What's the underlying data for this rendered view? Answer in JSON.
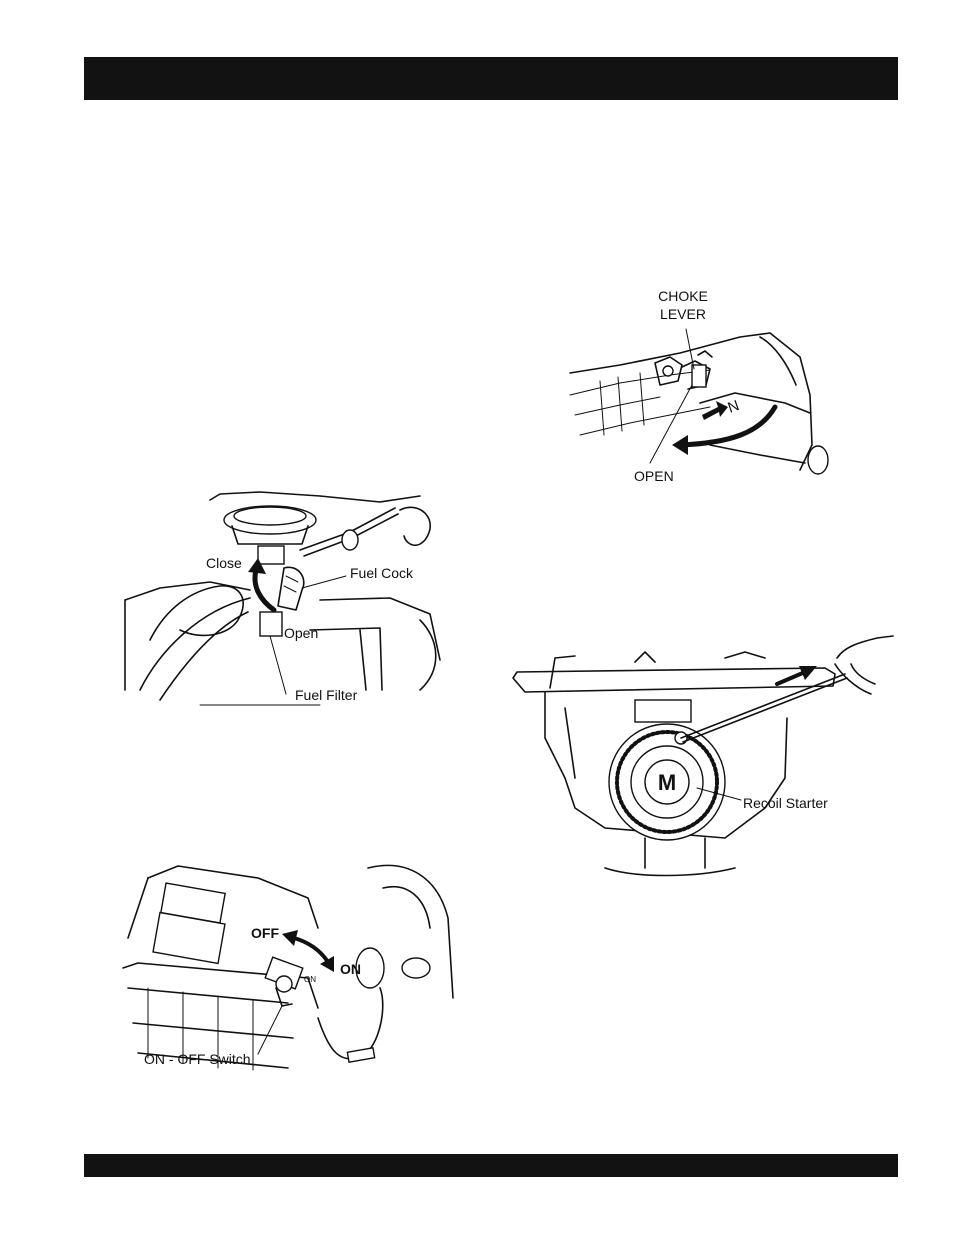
{
  "figures": {
    "choke_lever": {
      "label_line1": "CHOKE",
      "label_line2": "LEVER",
      "open_label": "OPEN"
    },
    "fuel_cock": {
      "close_label": "Close",
      "fuel_cock_label": "Fuel Cock",
      "open_label": "Open",
      "fuel_filter_label": "Fuel Filter"
    },
    "recoil_starter": {
      "label": "Recoil Starter"
    },
    "on_off_switch": {
      "off_label": "OFF",
      "on_label": "ON",
      "switch_label": "ON - OFF Switch"
    }
  }
}
